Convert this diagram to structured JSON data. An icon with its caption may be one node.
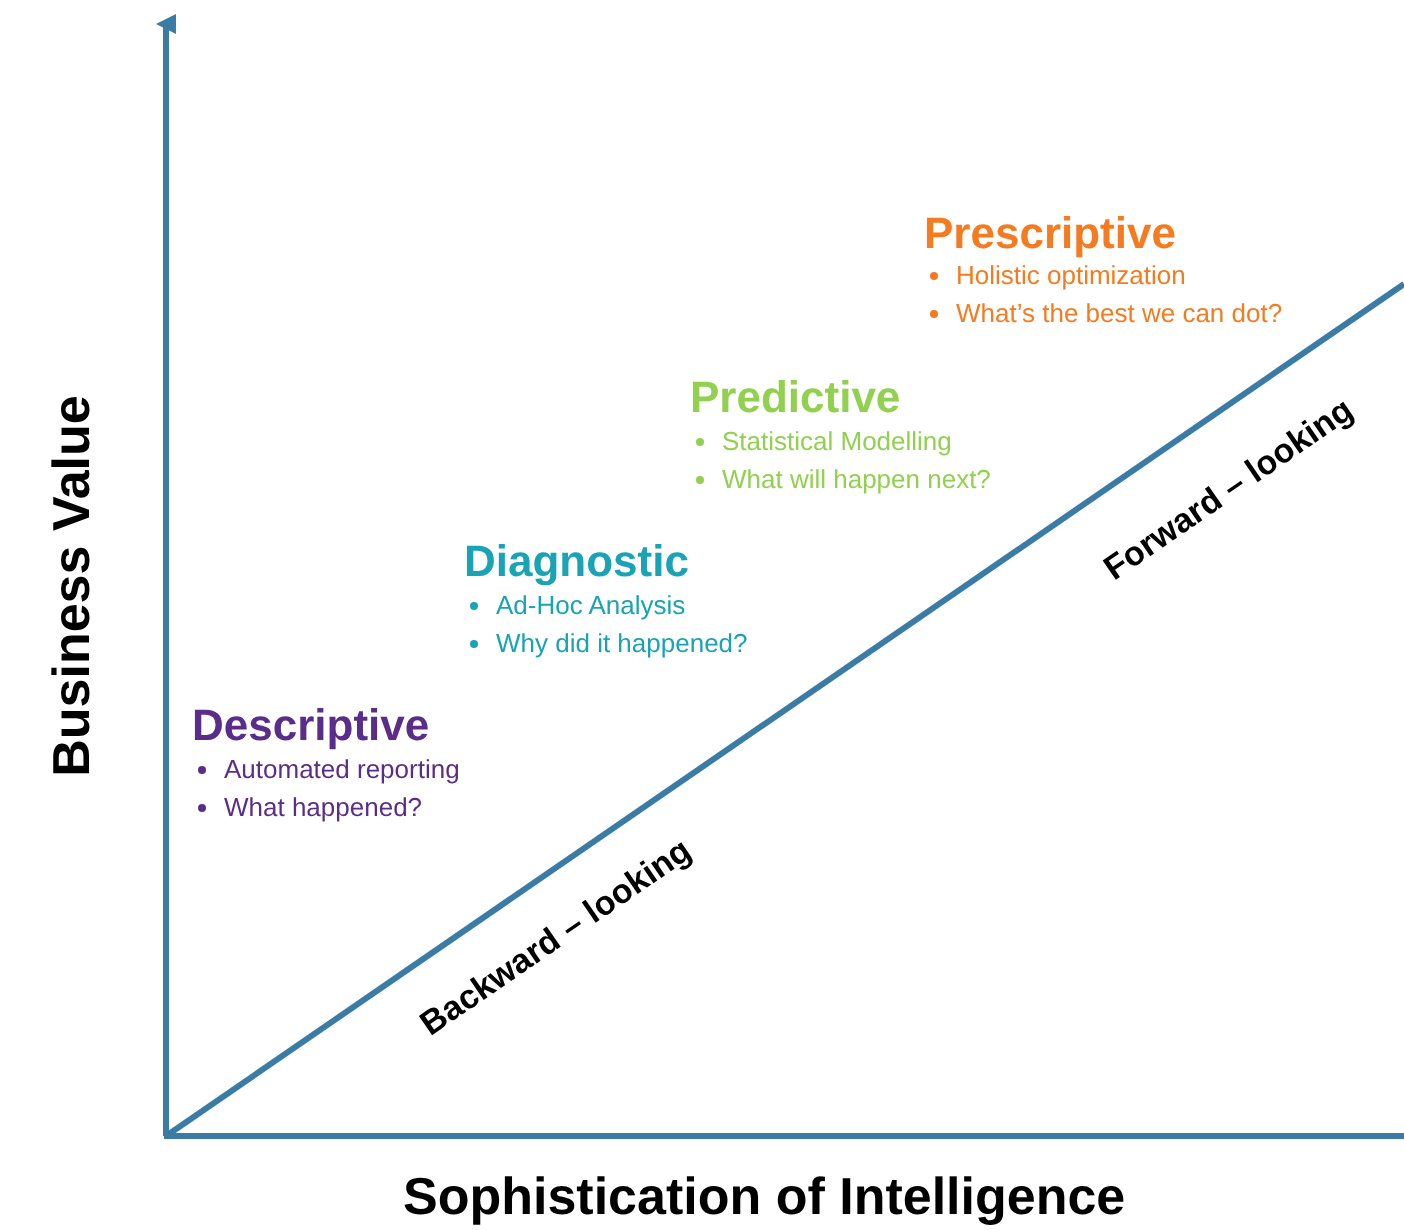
{
  "diagram": {
    "labels": [
      "Prescriptive",
      "Holistic optimization",
      "What’s the best we can dot?",
      "Predictive",
      "Statistical Modelling",
      "What will happen next?",
      "Forward – looking",
      "Diagnostic",
      "Ad-Hoc Analysis",
      "Why did it happened?",
      "Descriptive",
      "Automated reporting",
      "What happened?",
      "Backward – looking",
      "Business Value",
      "Sophistication of Intelligence"
    ]
  }
}
